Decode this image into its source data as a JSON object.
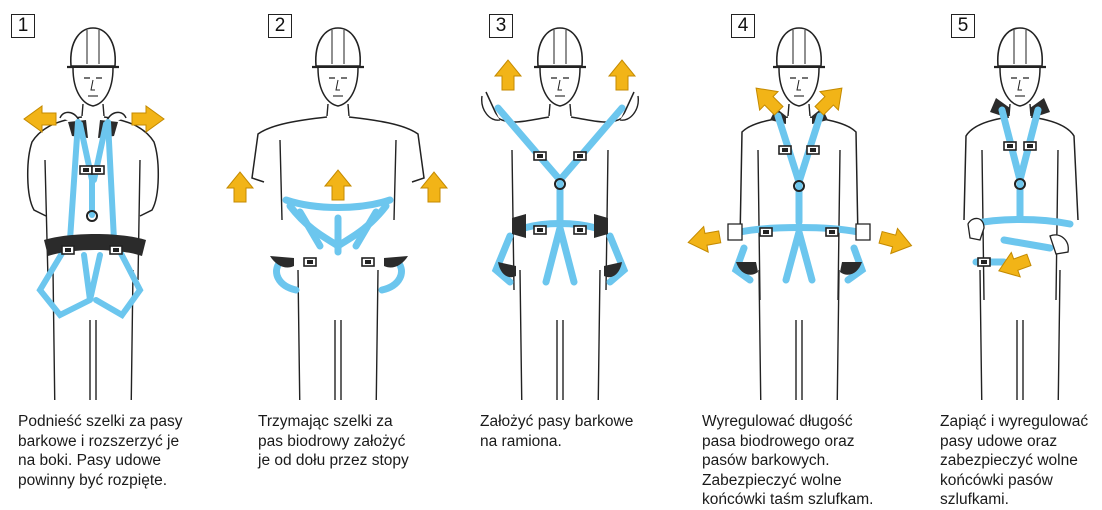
{
  "colors": {
    "strap": "#6cc6ee",
    "arrow": "#f2b417",
    "outline": "#222222",
    "belt": "#2b2b2b"
  },
  "steps": [
    {
      "number": "1",
      "caption": [
        "Podnieść szelki za pasy",
        "barkowe i rozszerzyć je",
        "na boki. Pasy udowe",
        "powinny być rozpięte."
      ]
    },
    {
      "number": "2",
      "caption": [
        "Trzymając szelki za",
        "pas biodrowy założyć",
        "je od dołu przez stopy"
      ]
    },
    {
      "number": "3",
      "caption": [
        "Założyć pasy barkowe",
        "na ramiona."
      ]
    },
    {
      "number": "4",
      "caption": [
        "Wyregulować długość",
        "pasa biodrowego oraz",
        "pasów barkowych.",
        "Zabezpieczyć wolne",
        "końcówki taśm szlufkam."
      ]
    },
    {
      "number": "5",
      "caption": [
        "Zapiąć i wyregulować",
        "pasy udowe oraz",
        "zabezpieczyć wolne",
        "końcówki pasów",
        "szlufkami."
      ]
    }
  ],
  "icons": [
    "helmet-icon",
    "arrow-left-icon",
    "arrow-right-icon",
    "arrow-up-icon",
    "harness-icon"
  ]
}
